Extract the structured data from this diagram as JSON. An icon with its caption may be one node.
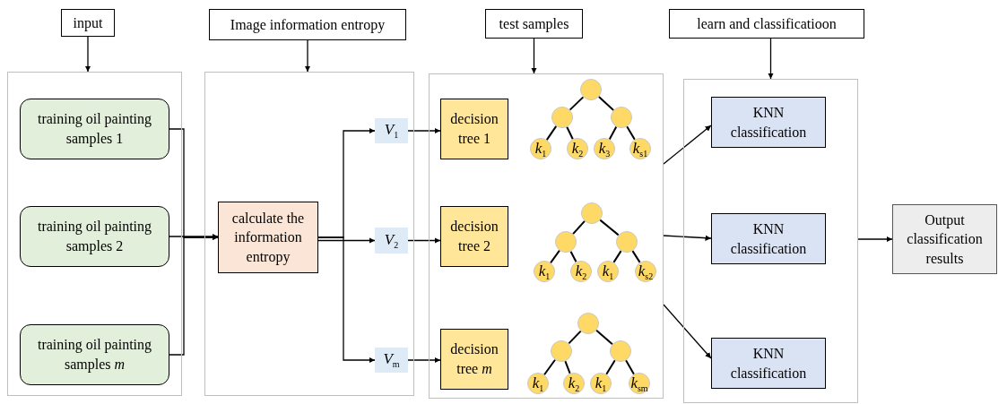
{
  "diagram": {
    "nodes": [
      {
        "text": [
          "input"
        ]
      },
      {
        "text": [
          "Image information entropy"
        ]
      },
      {
        "text": [
          "test samples"
        ]
      },
      {
        "text": [
          "learn and classificatioon"
        ]
      },
      {
        "text": [],
        "shape": "box"
      },
      {
        "text": [],
        "shape": "box"
      },
      {
        "text": [],
        "shape": "box"
      },
      {
        "text": [],
        "shape": "box"
      },
      {
        "text": [
          "training oil painting samples 1"
        ],
        "in": 4
      },
      {
        "text": [
          "training oil painting samples 2"
        ],
        "in": 4
      },
      {
        "text": [
          "training oil painting samples *m*"
        ],
        "in": 4
      },
      {
        "text": [
          "calculate the information entropy"
        ],
        "in": 5
      },
      {
        "text": [
          "*V*$_{1}$"
        ],
        "in": 5
      },
      {
        "text": [
          "*V*$_{2}$"
        ],
        "in": 5
      },
      {
        "text": [
          "*V*$_{m}$"
        ],
        "in": 5
      },
      {
        "text": [
          "decision tree 1"
        ],
        "in": 6
      },
      {
        "text": [
          "decision tree 2"
        ],
        "in": 6
      },
      {
        "text": [
          "decision tree *m*"
        ],
        "in": 6
      },
      {
        "text": [],
        "shape": "circle",
        "in": 6
      },
      {
        "text": [],
        "shape": "circle",
        "in": 6
      },
      {
        "text": [],
        "shape": "circle",
        "in": 6
      },
      {
        "text": [
          "*k*$_{1}$"
        ],
        "in": 6
      },
      {
        "text": [
          "*k*$_{2}$"
        ],
        "in": 6
      },
      {
        "text": [
          "*k*$_{3}$"
        ],
        "in": 6
      },
      {
        "text": [
          "*k*$_{s1}$"
        ],
        "in": 6
      },
      {
        "text": [],
        "shape": "circle",
        "in": 6
      },
      {
        "text": [],
        "shape": "circle",
        "in": 6
      },
      {
        "text": [],
        "shape": "circle",
        "in": 6
      },
      {
        "text": [
          "*k*$_{1}$"
        ],
        "in": 6
      },
      {
        "text": [
          "*k*$_{2}$"
        ],
        "in": 6
      },
      {
        "text": [
          "*k*$_{1}$"
        ],
        "in": 6
      },
      {
        "text": [
          "*k*$_{s2}$"
        ],
        "in": 6
      },
      {
        "text": [],
        "shape": "circle",
        "in": 6
      },
      {
        "text": [],
        "shape": "circle",
        "in": 6
      },
      {
        "text": [],
        "shape": "circle",
        "in": 6
      },
      {
        "text": [
          "*k*$_{1}$"
        ],
        "in": 6
      },
      {
        "text": [
          "*k*$_{2}$"
        ],
        "in": 6
      },
      {
        "text": [
          "*k*$_{1}$"
        ],
        "in": 6
      },
      {
        "text": [
          "*k*$_{sm}$"
        ],
        "in": 6
      },
      {
        "text": [
          "KNN classification"
        ],
        "in": 7
      },
      {
        "text": [
          "KNN classification"
        ],
        "in": 7
      },
      {
        "text": [
          "KNN classification"
        ],
        "in": 7
      },
      {
        "text": [
          "Output classification results"
        ]
      }
    ],
    "edges": [
      {
        "from": 0,
        "to": 4,
        "arrow": "to"
      },
      {
        "from": 1,
        "to": 5,
        "arrow": "to"
      },
      {
        "from": 2,
        "to": 6,
        "arrow": "to"
      },
      {
        "from": 3,
        "to": 7,
        "arrow": "to"
      },
      {
        "from": 8,
        "to": 11,
        "arrow": "to"
      },
      {
        "from": 9,
        "to": 11,
        "arrow": "to"
      },
      {
        "from": 10,
        "to": 11,
        "arrow": "to"
      },
      {
        "from": 11,
        "to": 12,
        "arrow": "to"
      },
      {
        "from": 11,
        "to": 13,
        "arrow": "to"
      },
      {
        "from": 11,
        "to": 14,
        "arrow": "to"
      },
      {
        "from": 12,
        "to": 15,
        "arrow": "to"
      },
      {
        "from": 13,
        "to": 16,
        "arrow": "to"
      },
      {
        "from": 14,
        "to": 17,
        "arrow": "to"
      },
      {
        "from": 18,
        "to": 19,
        "arrow": "none"
      },
      {
        "from": 18,
        "to": 20,
        "arrow": "none"
      },
      {
        "from": 19,
        "to": 21,
        "arrow": "none"
      },
      {
        "from": 19,
        "to": 22,
        "arrow": "none"
      },
      {
        "from": 20,
        "to": 23,
        "arrow": "none"
      },
      {
        "from": 20,
        "to": 24,
        "arrow": "none"
      },
      {
        "from": 25,
        "to": 26,
        "arrow": "none"
      },
      {
        "from": 25,
        "to": 27,
        "arrow": "none"
      },
      {
        "from": 26,
        "to": 28,
        "arrow": "none"
      },
      {
        "from": 26,
        "to": 29,
        "arrow": "none"
      },
      {
        "from": 27,
        "to": 30,
        "arrow": "none"
      },
      {
        "from": 27,
        "to": 31,
        "arrow": "none"
      },
      {
        "from": 32,
        "to": 33,
        "arrow": "none"
      },
      {
        "from": 32,
        "to": 34,
        "arrow": "none"
      },
      {
        "from": 33,
        "to": 35,
        "arrow": "none"
      },
      {
        "from": 33,
        "to": 36,
        "arrow": "none"
      },
      {
        "from": 34,
        "to": 37,
        "arrow": "none"
      },
      {
        "from": 34,
        "to": 38,
        "arrow": "none"
      },
      {
        "from": 6,
        "to": 39,
        "arrow": "to"
      },
      {
        "from": 6,
        "to": 40,
        "arrow": "to"
      },
      {
        "from": 6,
        "to": 41,
        "arrow": "to"
      },
      {
        "from": 7,
        "to": 42,
        "arrow": "to"
      }
    ]
  }
}
